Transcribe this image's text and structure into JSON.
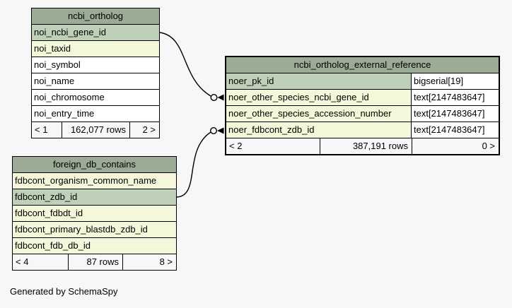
{
  "page": {
    "credit": "Generated by SchemaSpy",
    "background_color": "#F7F7F7",
    "border_color": "#000000"
  },
  "colors": {
    "table_header": "#9BAB96",
    "primary_key_column": "#BED1B8",
    "indexed_column": "#F4F7DA",
    "plain_column": "#FFFFFF",
    "footer": "#F7F7F7"
  },
  "tables": [
    {
      "name": "ncbi_ortholog",
      "columns": [
        {
          "name": "noi_ncbi_gene_id",
          "style": "primary-key"
        },
        {
          "name": "noi_taxid",
          "style": "indexed"
        },
        {
          "name": "noi_symbol",
          "style": "plain"
        },
        {
          "name": "noi_name",
          "style": "plain"
        },
        {
          "name": "noi_chromosome",
          "style": "plain"
        },
        {
          "name": "noi_entry_time",
          "style": "plain"
        }
      ],
      "pager": {
        "prev": "< 1",
        "rows": "162,077 rows",
        "next": "2 >"
      }
    },
    {
      "name": "ncbi_ortholog_external_reference",
      "columns": [
        {
          "name": "noer_pk_id",
          "type": "bigserial[19]",
          "style": "primary-key"
        },
        {
          "name": "noer_other_species_ncbi_gene_id",
          "type": "text[2147483647]",
          "style": "indexed"
        },
        {
          "name": "noer_other_species_accession_number",
          "type": "text[2147483647]",
          "style": "indexed"
        },
        {
          "name": "noer_fdbcont_zdb_id",
          "type": "text[2147483647]",
          "style": "indexed"
        }
      ],
      "pager": {
        "prev": "< 2",
        "rows": "387,191 rows",
        "next": "0 >"
      }
    },
    {
      "name": "foreign_db_contains",
      "columns": [
        {
          "name": "fdbcont_organism_common_name",
          "style": "indexed"
        },
        {
          "name": "fdbcont_zdb_id",
          "style": "primary-key"
        },
        {
          "name": "fdbcont_fdbdt_id",
          "style": "indexed"
        },
        {
          "name": "fdbcont_primary_blastdb_zdb_id",
          "style": "indexed"
        },
        {
          "name": "fdbcont_fdb_db_id",
          "style": "indexed"
        }
      ],
      "pager": {
        "prev": "< 4",
        "rows": "87 rows",
        "next": "8 >"
      }
    }
  ],
  "relationships": [
    {
      "from": "ncbi_ortholog.noi_ncbi_gene_id",
      "to": "ncbi_ortholog_external_reference.noer_other_species_ncbi_gene_id",
      "marker": "open-circle-arrow"
    },
    {
      "from": "foreign_db_contains.fdbcont_zdb_id",
      "to": "ncbi_ortholog_external_reference.noer_fdbcont_zdb_id",
      "marker": "open-circle-arrow"
    }
  ]
}
